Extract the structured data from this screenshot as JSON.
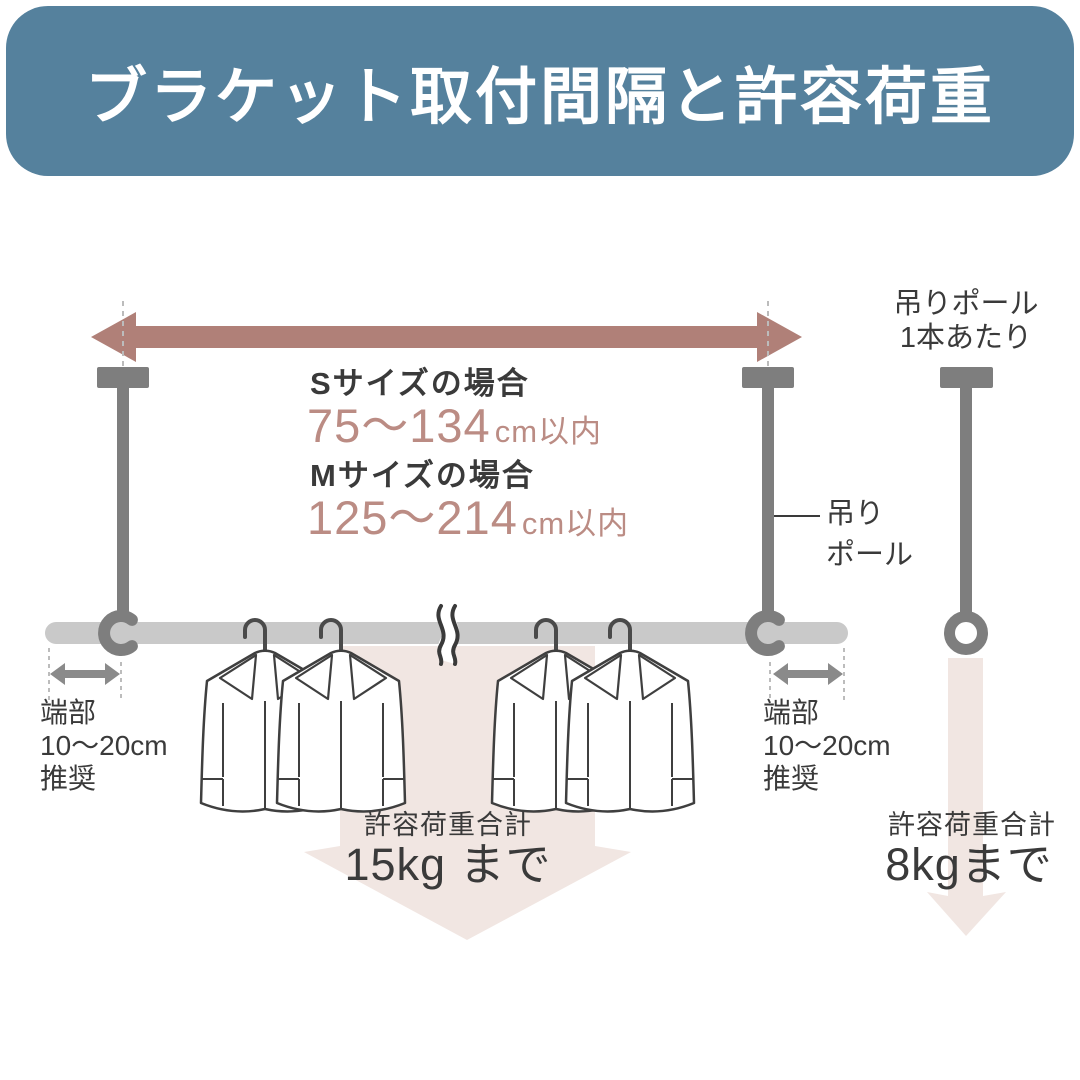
{
  "header": {
    "title": "ブラケット取付間隔と許容荷重"
  },
  "span_info": {
    "s_label": "Sサイズの場合",
    "s_value": "75〜134",
    "s_unit": "cm以内",
    "m_label": "Mサイズの場合",
    "m_value": "125〜214",
    "m_unit": "cm以内"
  },
  "single_pole": {
    "line1": "吊りポール",
    "line2": "1本あたり"
  },
  "pole_label": {
    "line1": "吊り",
    "line2": "ポール"
  },
  "edge_left": {
    "line1": "端部",
    "line2": "10〜20cm",
    "line3": "推奨"
  },
  "edge_right": {
    "line1": "端部",
    "line2": "10〜20cm",
    "line3": "推奨"
  },
  "load_center": {
    "label": "許容荷重合計",
    "value": "15kg まで"
  },
  "load_right": {
    "label": "許容荷重合計",
    "value": "8kgまで"
  },
  "colors": {
    "banner": "#55819d",
    "span_arrow": "#b08078",
    "value_text": "#bb8c84",
    "load_arrow": "#f1e6e2",
    "rod": "#c9c9c9",
    "pole": "#7e7e7e",
    "text": "#3a3a3a"
  }
}
